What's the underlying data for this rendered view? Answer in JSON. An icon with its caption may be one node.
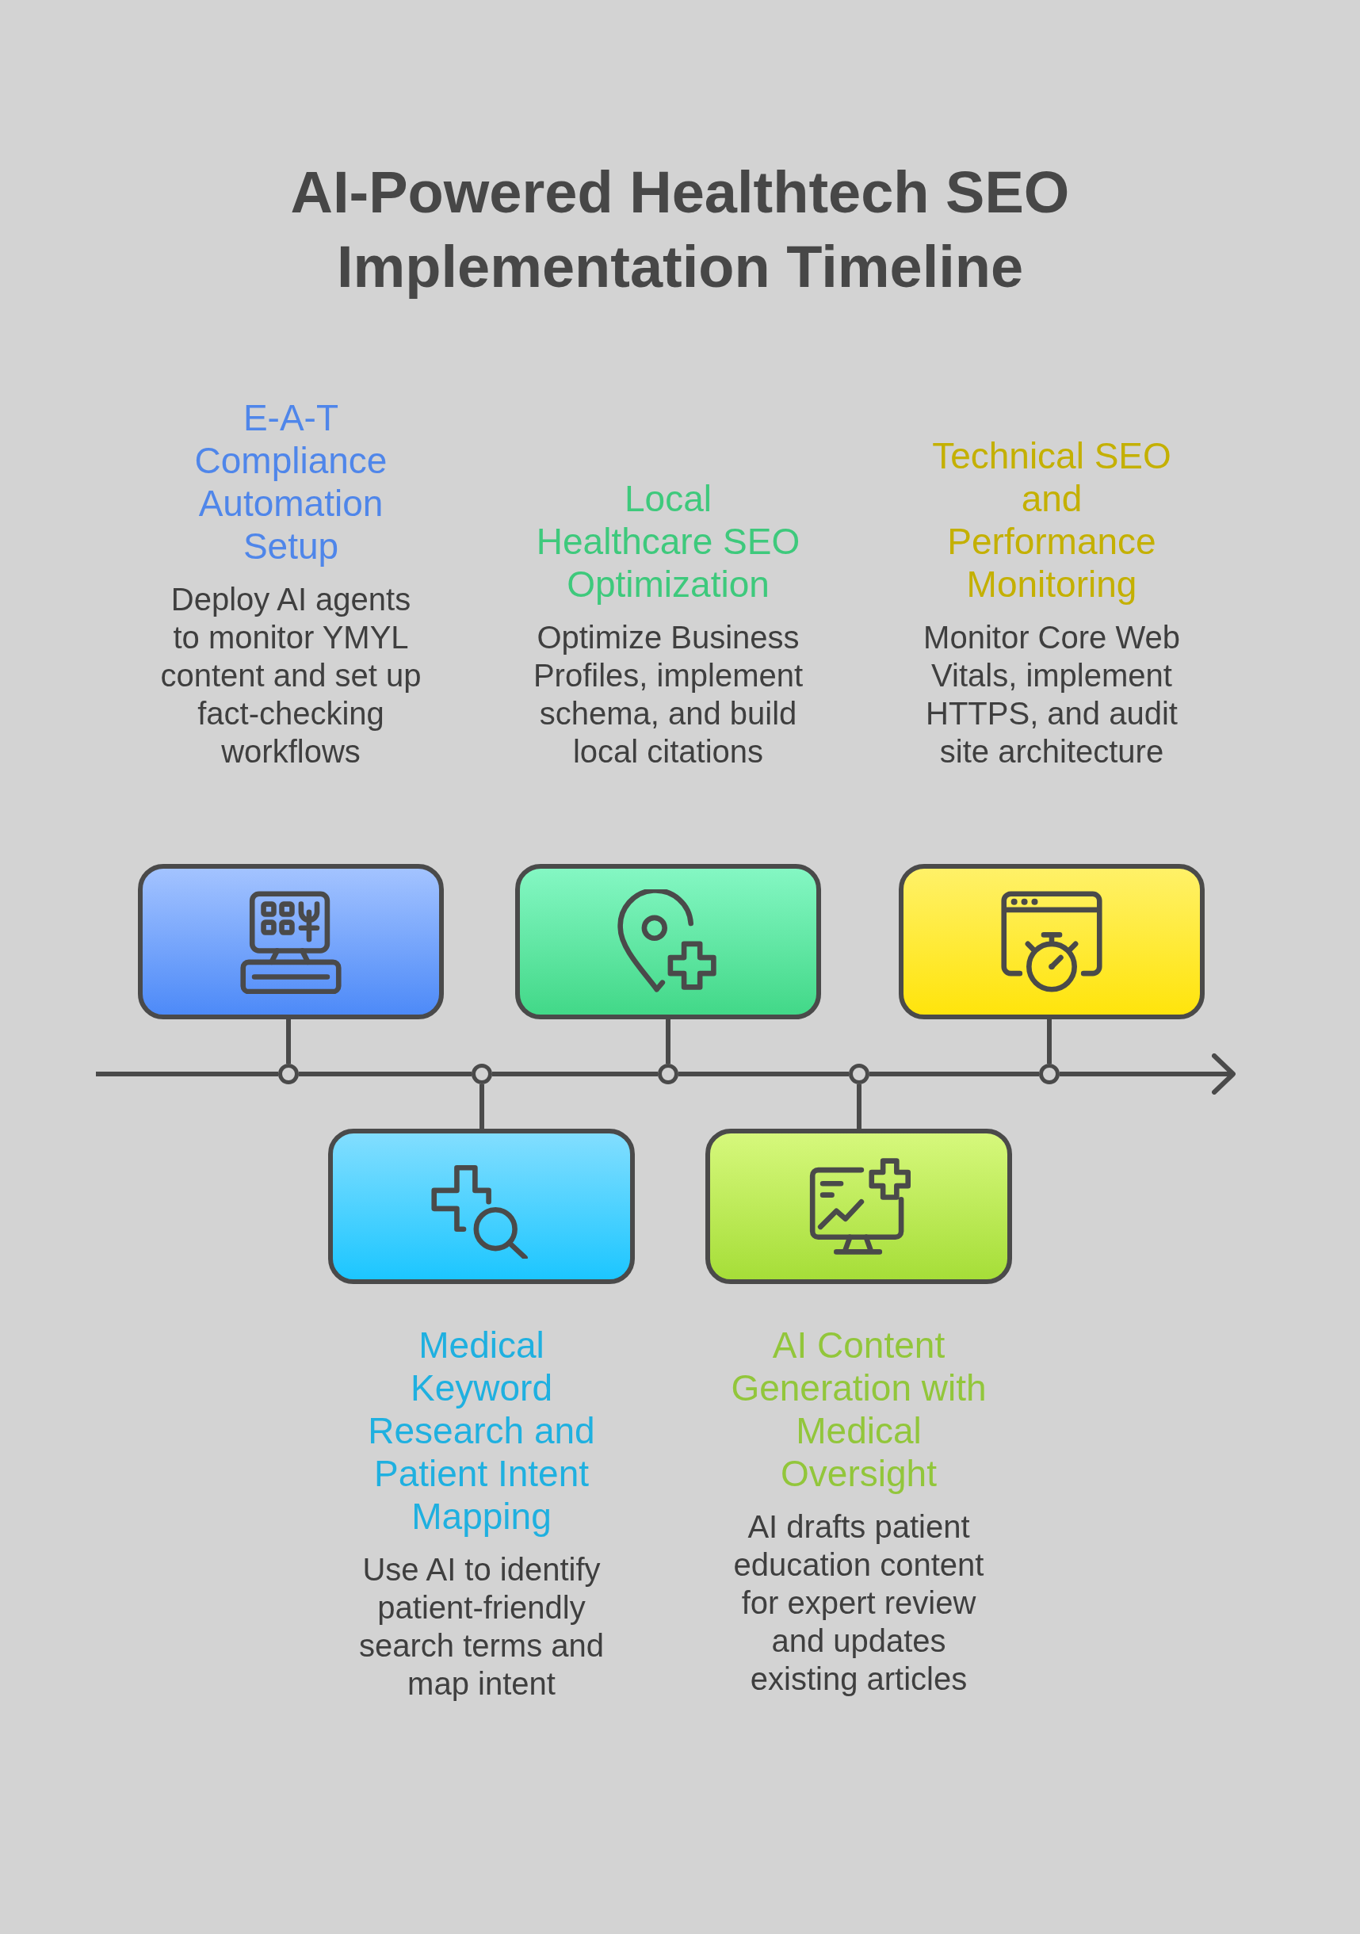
{
  "diagram": {
    "title": "AI-Powered Healthtech SEO Implementation Timeline",
    "nodes": [
      {
        "text": [
          "E-A-T Compliance Automation Setup",
          "Deploy AI agents to monitor YMYL content and set up fact-checking workflows"
        ]
      },
      {
        "text": [
          "Medical Keyword Research and Patient Intent Mapping",
          "Use AI to identify patient-friendly search terms and map intent"
        ]
      },
      {
        "text": [
          "Local Healthcare SEO Optimization",
          "Optimize Business Profiles, implement schema, and build local citations"
        ]
      },
      {
        "text": [
          "AI Content Generation with Medical Oversight",
          "AI drafts patient education content for expert review and updates existing articles"
        ]
      },
      {
        "text": [
          "Technical SEO and Performance Monitoring",
          "Monitor Core Web Vitals, implement HTTPS, and audit site architecture"
        ]
      },
      {
        "text": [],
        "shape": "circle"
      },
      {
        "text": [],
        "shape": "circle"
      },
      {
        "text": [],
        "shape": "circle"
      },
      {
        "text": [],
        "shape": "circle"
      },
      {
        "text": [],
        "shape": "circle"
      }
    ],
    "edges": [
      {
        "from": 0,
        "to": 5,
        "arrow": "none"
      },
      {
        "from": 1,
        "to": 6,
        "arrow": "none"
      },
      {
        "from": 2,
        "to": 7,
        "arrow": "none"
      },
      {
        "from": 3,
        "to": 8,
        "arrow": "none"
      },
      {
        "from": 4,
        "to": 9,
        "arrow": "none"
      },
      {
        "from": null,
        "to": 5,
        "arrow": "none"
      },
      {
        "from": 5,
        "to": 6,
        "arrow": "none"
      },
      {
        "from": 6,
        "to": 7,
        "arrow": "none"
      },
      {
        "from": 7,
        "to": 8,
        "arrow": "none"
      },
      {
        "from": 8,
        "to": 9,
        "arrow": "none"
      },
      {
        "from": 9,
        "to": null,
        "arrow": "to"
      }
    ]
  }
}
